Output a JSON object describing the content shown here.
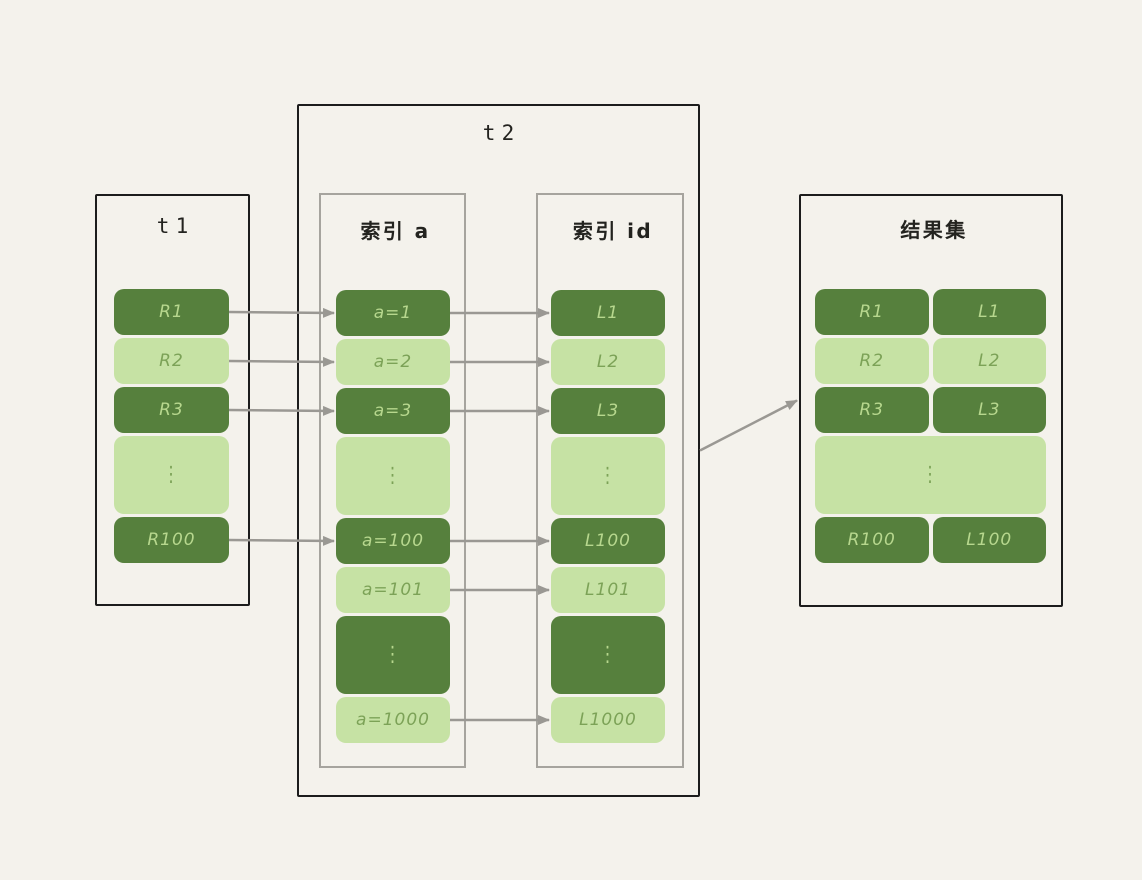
{
  "colors": {
    "background": "#f4f2ec",
    "dark_box": "#56803d",
    "light_box": "#c6e2a4",
    "dark_box_text": "#b7d78e",
    "light_box_text": "#7ca257",
    "outer_border": "#1c1c1c",
    "inner_border": "#a6a49e",
    "arrow": "#9a9893"
  },
  "diagram": {
    "t1": {
      "title": "t1",
      "rows": [
        {
          "id": "t1-R1",
          "label": "R1",
          "tone": "dark"
        },
        {
          "id": "t1-R2",
          "label": "R2",
          "tone": "light"
        },
        {
          "id": "t1-R3",
          "label": "R3",
          "tone": "dark"
        },
        {
          "id": "t1-dots",
          "label": "⋮",
          "tone": "light",
          "dots": true
        },
        {
          "id": "t1-R100",
          "label": "R100",
          "tone": "dark"
        }
      ]
    },
    "t2": {
      "title": "t2",
      "columns": [
        {
          "id": "col-a",
          "title": "索引 a",
          "rows": [
            {
              "id": "a-1",
              "label": "a=1",
              "tone": "dark"
            },
            {
              "id": "a-2",
              "label": "a=2",
              "tone": "light"
            },
            {
              "id": "a-3",
              "label": "a=3",
              "tone": "dark"
            },
            {
              "id": "a-dots1",
              "label": "⋮",
              "tone": "light",
              "dots": true
            },
            {
              "id": "a-100",
              "label": "a=100",
              "tone": "dark"
            },
            {
              "id": "a-101",
              "label": "a=101",
              "tone": "light"
            },
            {
              "id": "a-dots2",
              "label": "⋮",
              "tone": "dark",
              "dots": true
            },
            {
              "id": "a-1000",
              "label": "a=1000",
              "tone": "light"
            }
          ]
        },
        {
          "id": "col-id",
          "title": "索引 id",
          "rows": [
            {
              "id": "id-L1",
              "label": "L1",
              "tone": "dark"
            },
            {
              "id": "id-L2",
              "label": "L2",
              "tone": "light"
            },
            {
              "id": "id-L3",
              "label": "L3",
              "tone": "dark"
            },
            {
              "id": "id-dots1",
              "label": "⋮",
              "tone": "light",
              "dots": true
            },
            {
              "id": "id-L100",
              "label": "L100",
              "tone": "dark"
            },
            {
              "id": "id-L101",
              "label": "L101",
              "tone": "light"
            },
            {
              "id": "id-dots2",
              "label": "⋮",
              "tone": "dark",
              "dots": true
            },
            {
              "id": "id-L1000",
              "label": "L1000",
              "tone": "light"
            }
          ]
        }
      ]
    },
    "result": {
      "title": "结果集",
      "rows": [
        {
          "id": "res-1",
          "cells": [
            "R1",
            "L1"
          ],
          "tone": "dark"
        },
        {
          "id": "res-2",
          "cells": [
            "R2",
            "L2"
          ],
          "tone": "light"
        },
        {
          "id": "res-3",
          "cells": [
            "R3",
            "L3"
          ],
          "tone": "dark"
        },
        {
          "id": "res-dots",
          "label": "⋮",
          "tone": "light",
          "dots": true
        },
        {
          "id": "res-100",
          "cells": [
            "R100",
            "L100"
          ],
          "tone": "dark"
        }
      ]
    },
    "edges": [
      {
        "from": "t1-R1",
        "to": "a-1"
      },
      {
        "from": "t1-R2",
        "to": "a-2"
      },
      {
        "from": "t1-R3",
        "to": "a-3"
      },
      {
        "from": "t1-R100",
        "to": "a-100"
      },
      {
        "from": "a-1",
        "to": "id-L1"
      },
      {
        "from": "a-2",
        "to": "id-L2"
      },
      {
        "from": "a-3",
        "to": "id-L3"
      },
      {
        "from": "a-100",
        "to": "id-L100"
      },
      {
        "from": "a-101",
        "to": "id-L101"
      },
      {
        "from": "a-1000",
        "to": "id-L1000"
      },
      {
        "from": "t2-box",
        "to": "result-box"
      }
    ]
  }
}
